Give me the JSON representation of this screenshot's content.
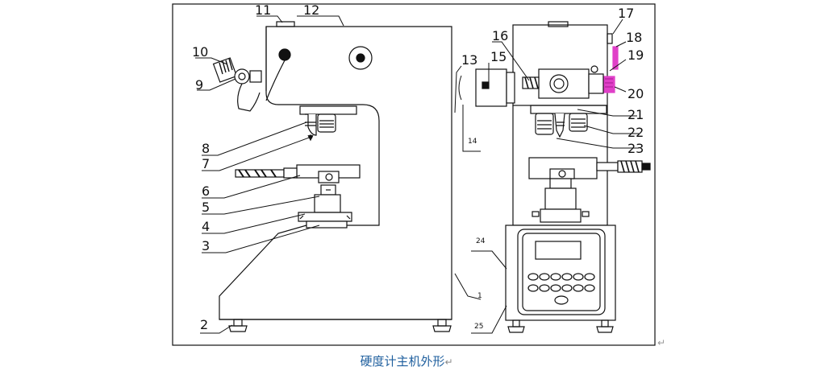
{
  "caption": "硬度计主机外形",
  "caption_mark": "↵",
  "end_mark": "↵",
  "front_view": {
    "labels": {
      "l1": "1",
      "l2": "2",
      "l3": "3",
      "l4": "4",
      "l5": "5",
      "l6": "6",
      "l7": "7",
      "l8": "8",
      "l9": "9",
      "l10": "10",
      "l11": "11",
      "l12": "12"
    }
  },
  "side_view": {
    "labels": {
      "l13": "13",
      "l14": "14",
      "l15": "15",
      "l16": "16",
      "l17": "17",
      "l18": "18",
      "l19": "19",
      "l20": "20",
      "l21": "21",
      "l22": "22",
      "l23": "23",
      "l24": "24",
      "l25": "25"
    }
  },
  "colors": {
    "line": "#111111",
    "accent_knob": "#e040c8",
    "caption": "#1f5f9e"
  }
}
